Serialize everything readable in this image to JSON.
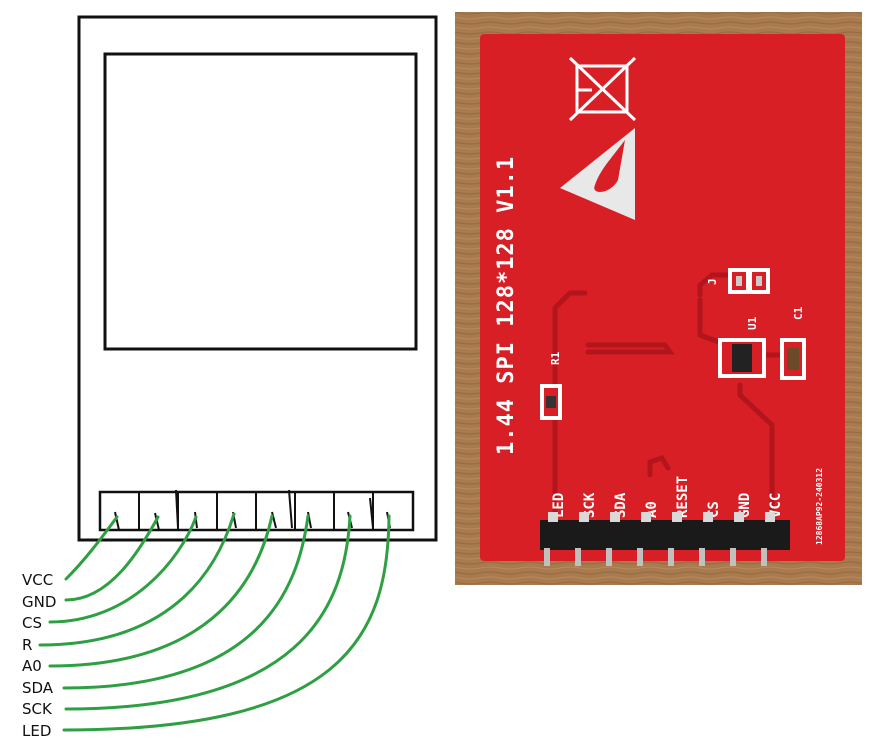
{
  "wiring_labels": [
    "VCC",
    "GND",
    "CS",
    "R",
    "A0",
    "SDA",
    "SCK",
    "LED"
  ],
  "board": {
    "model_text": "1.44 SPI 128*128 V1.1",
    "pin_labels": [
      "LED",
      "SCK",
      "SDA",
      "A0",
      "RESET",
      "CS",
      "GND",
      "VCC"
    ],
    "part_labels": {
      "r1": "R1",
      "u1": "U1",
      "c1": "C1",
      "j": "J"
    },
    "serial": "12868AP92-240312"
  },
  "colors": {
    "wire": "#2ea043",
    "pcb": "#d91f26",
    "pcb_dark": "#b3151c",
    "wood": "#a87a4e",
    "outline": "#111111"
  },
  "icons": [
    "esd-warning-icon",
    "weee-bin-icon"
  ]
}
